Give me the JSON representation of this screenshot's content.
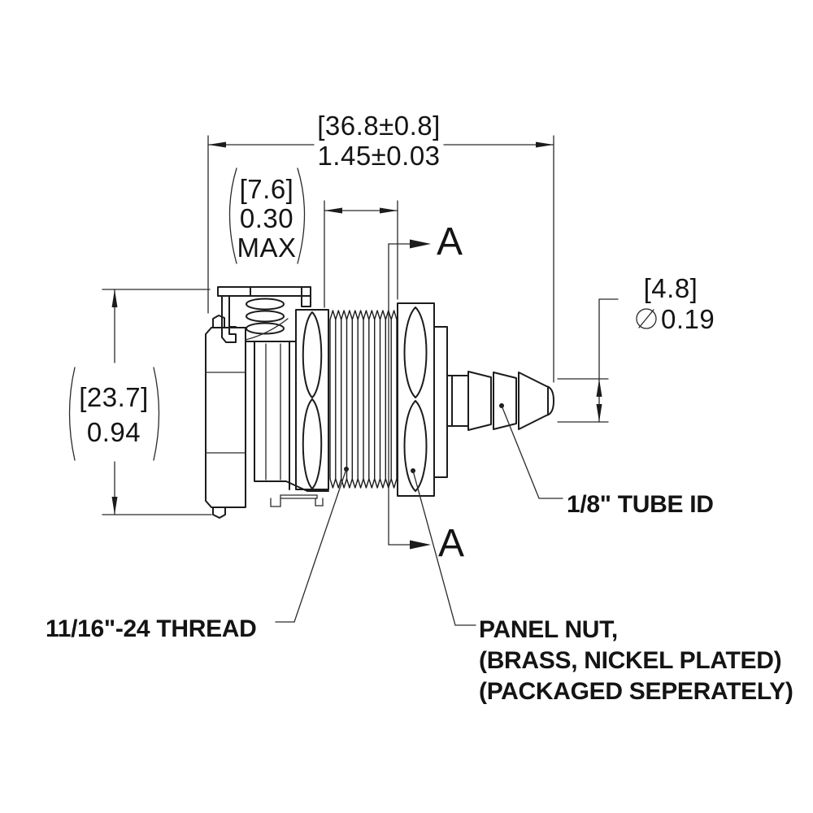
{
  "drawing_type": "engineering-dimension-drawing",
  "background": "#ffffff",
  "line_color": "#1c1c1c",
  "dimensions": {
    "overall_length": {
      "metric_bracketed": "[36.8±0.8]",
      "inches": "1.45±0.03"
    },
    "panel_thickness_max": {
      "metric_bracketed": "[7.6]",
      "inches": "0.30",
      "qualifier": "MAX"
    },
    "body_height": {
      "metric_bracketed": "[23.7]",
      "inches": "0.94"
    },
    "barb_diameter": {
      "metric_bracketed": "[4.8]",
      "diameter_symbol": "⌀",
      "inches": "0.19"
    }
  },
  "section_markers": {
    "label": "A"
  },
  "callouts": {
    "thread": "11/16\"-24 THREAD",
    "tube_id": "1/8\" TUBE ID",
    "panel_nut_lines": [
      "PANEL NUT,",
      "(BRASS, NICKEL PLATED)",
      "(PACKAGED SEPERATELY)"
    ]
  }
}
